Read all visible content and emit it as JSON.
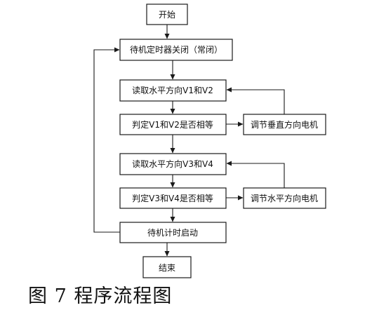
{
  "nodes": {
    "start": "开始",
    "timer_off": "待机定时器关闭（常闭）",
    "read_v1v2": "读取水平方向V1和V2",
    "judge_v1v2": "判定V1和V2是否相等",
    "adjust_vertical": "调节垂直方向电机",
    "read_v3v4": "读取水平方向V3和V4",
    "judge_v3v4": "判定V3和V4是否相等",
    "adjust_horizontal": "调节水平方向电机",
    "timer_start": "待机计时启动",
    "end": "结束"
  },
  "caption": "图 7  程序流程图"
}
